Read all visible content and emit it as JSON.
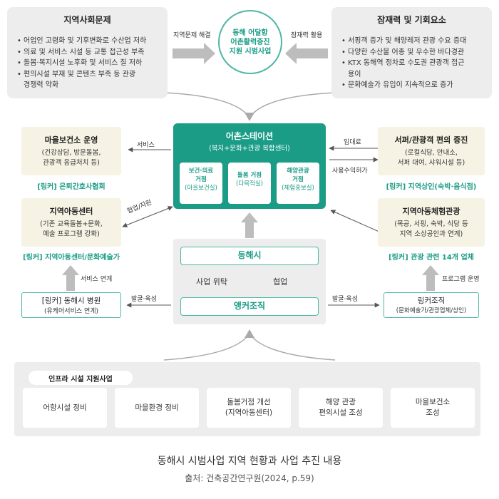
{
  "left_panel": {
    "title": "지역사회문제",
    "items": [
      "어업인 고령화 및 기후변화로 수산업 저하",
      "의료 및 서비스 시설 등 교통 접근성 부족",
      "돌봄·복지시설 노후화 및 서비스 질 저하",
      "편의시설 부재 및 콘텐츠 부족 등 관광 경쟁력 약화"
    ]
  },
  "right_panel": {
    "title": "잠재력 및 기회요소",
    "items": [
      "서핑객 증가 및 해양레저 관광 수요 증대",
      "다양한 수산물 어종 및 우수한 바다경관",
      "KTX 동해역 정차로 수도권 관광객 접근 용이",
      "문화예술가 유입이 지속적으로 증가"
    ]
  },
  "center_circle": {
    "line1": "동해 어달항",
    "line2": "어촌활력증진",
    "line3": "지원 시범사업"
  },
  "arrow_labels": {
    "left_top": "지역문제 해결",
    "right_top": "잠재력 활용",
    "service": "서비스",
    "cooperation_support": "협업/지원",
    "service_link": "서비스 연계",
    "discover_left": "발굴·육성",
    "discover_right": "발굴·육성",
    "lease": "임대료",
    "revenue": "사용수익허가",
    "program": "프로그램 운영"
  },
  "station": {
    "title": "어촌스테이션",
    "subtitle": "(복지+문화+관광 복합센터)",
    "subs": [
      {
        "l1": "보건·의료",
        "l2": "거점",
        "l3": "(마을보건실)"
      },
      {
        "l1": "돌봄 거점",
        "l2": "(다목적실)",
        "l3": ""
      },
      {
        "l1": "해양관광",
        "l2": "거점",
        "l3": "(체험홍보실)"
      }
    ]
  },
  "left_boxes": [
    {
      "title": "마을보건소 운영",
      "desc1": "(건강상담, 방문돌봄,",
      "desc2": "관광객 응급처치 등)",
      "link": "[링커] 은퇴간호사협회"
    },
    {
      "title": "지역아동센터",
      "desc1": "(기존 교육돌봄+문화,",
      "desc2": "예술 프로그램 강화)",
      "link": "[링커] 지역아동센터/문화예술가"
    }
  ],
  "right_boxes": [
    {
      "title": "서퍼/관광객 편의 증진",
      "desc1": "(로컬식당, 안내소,",
      "desc2": "서퍼 대여, 샤워시설 등)",
      "link": "[링커] 지역상인(숙박·음식점)"
    },
    {
      "title": "지역아동체험관광",
      "desc1": "(목공, 서핑, 숙박, 식당 등",
      "desc2": "지역 소상공인과 연계)",
      "link": "[링커] 관광 관련 14개 업체"
    }
  ],
  "left_bottom": {
    "line1": "[링커] 동해시 병원",
    "line2": "(유케어서비스 연계)"
  },
  "right_bottom": {
    "line1": "링커조직",
    "line2": "(문화예술가/관광업체/상인)"
  },
  "governance": {
    "top": "동해시",
    "left": "사업 위탁",
    "right": "협업",
    "bottom": "앵커조직"
  },
  "infra": {
    "title": "인프라 시설 지원사업",
    "items": [
      {
        "l1": "어항시설 정비",
        "l2": ""
      },
      {
        "l1": "마을환경 정비",
        "l2": ""
      },
      {
        "l1": "돌봄거점 개선",
        "l2": "(지역아동센터)"
      },
      {
        "l1": "해양 관광",
        "l2": "편의시설 조성"
      },
      {
        "l1": "마을보건소",
        "l2": "조성"
      }
    ]
  },
  "caption": {
    "title": "동해시 시범사업 지역 현황과 사업 추진 내용",
    "source": "출처: 건축공간연구원(2024, p.59)"
  },
  "colors": {
    "teal": "#1a9c86",
    "teal_light": "#4fb7a4",
    "panel_grey": "#ededed",
    "cream": "#f6f3e4",
    "arrow_grey": "#bdbdbd"
  }
}
